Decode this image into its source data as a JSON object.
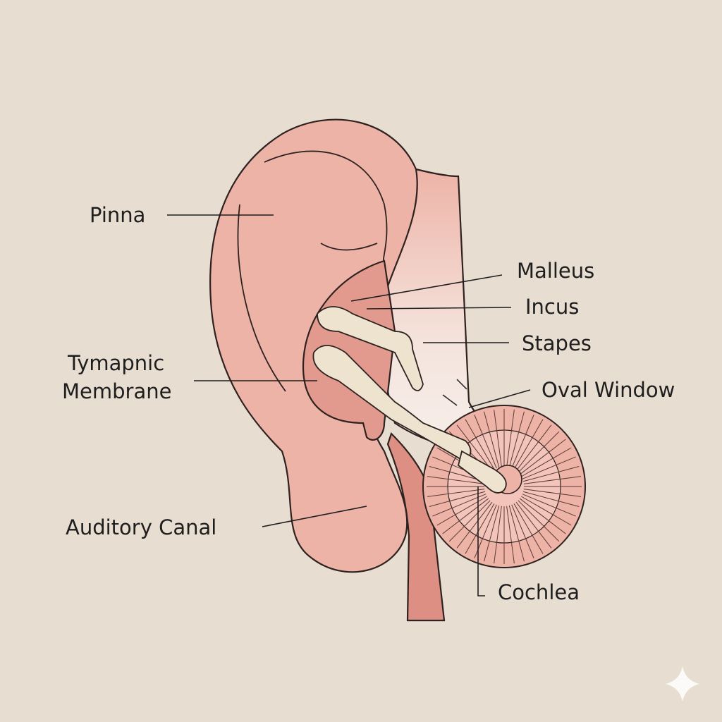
{
  "labels": {
    "pinna": "Pinna",
    "tympanic_line1": "Tymapnic",
    "tympanic_line2": "Membrane",
    "auditory_canal": "Auditory Canal",
    "malleus": "Malleus",
    "incus": "Incus",
    "stapes": "Stapes",
    "oval_window": "Oval Window",
    "cochlea": "Cochlea"
  },
  "colors": {
    "background": "#e7ddd1",
    "skin": "#eeb3a7",
    "skin_dark": "#e39a8e",
    "bone": "#ede3cf",
    "outline": "#2e2220"
  },
  "watermark_icon": "sparkle-icon"
}
